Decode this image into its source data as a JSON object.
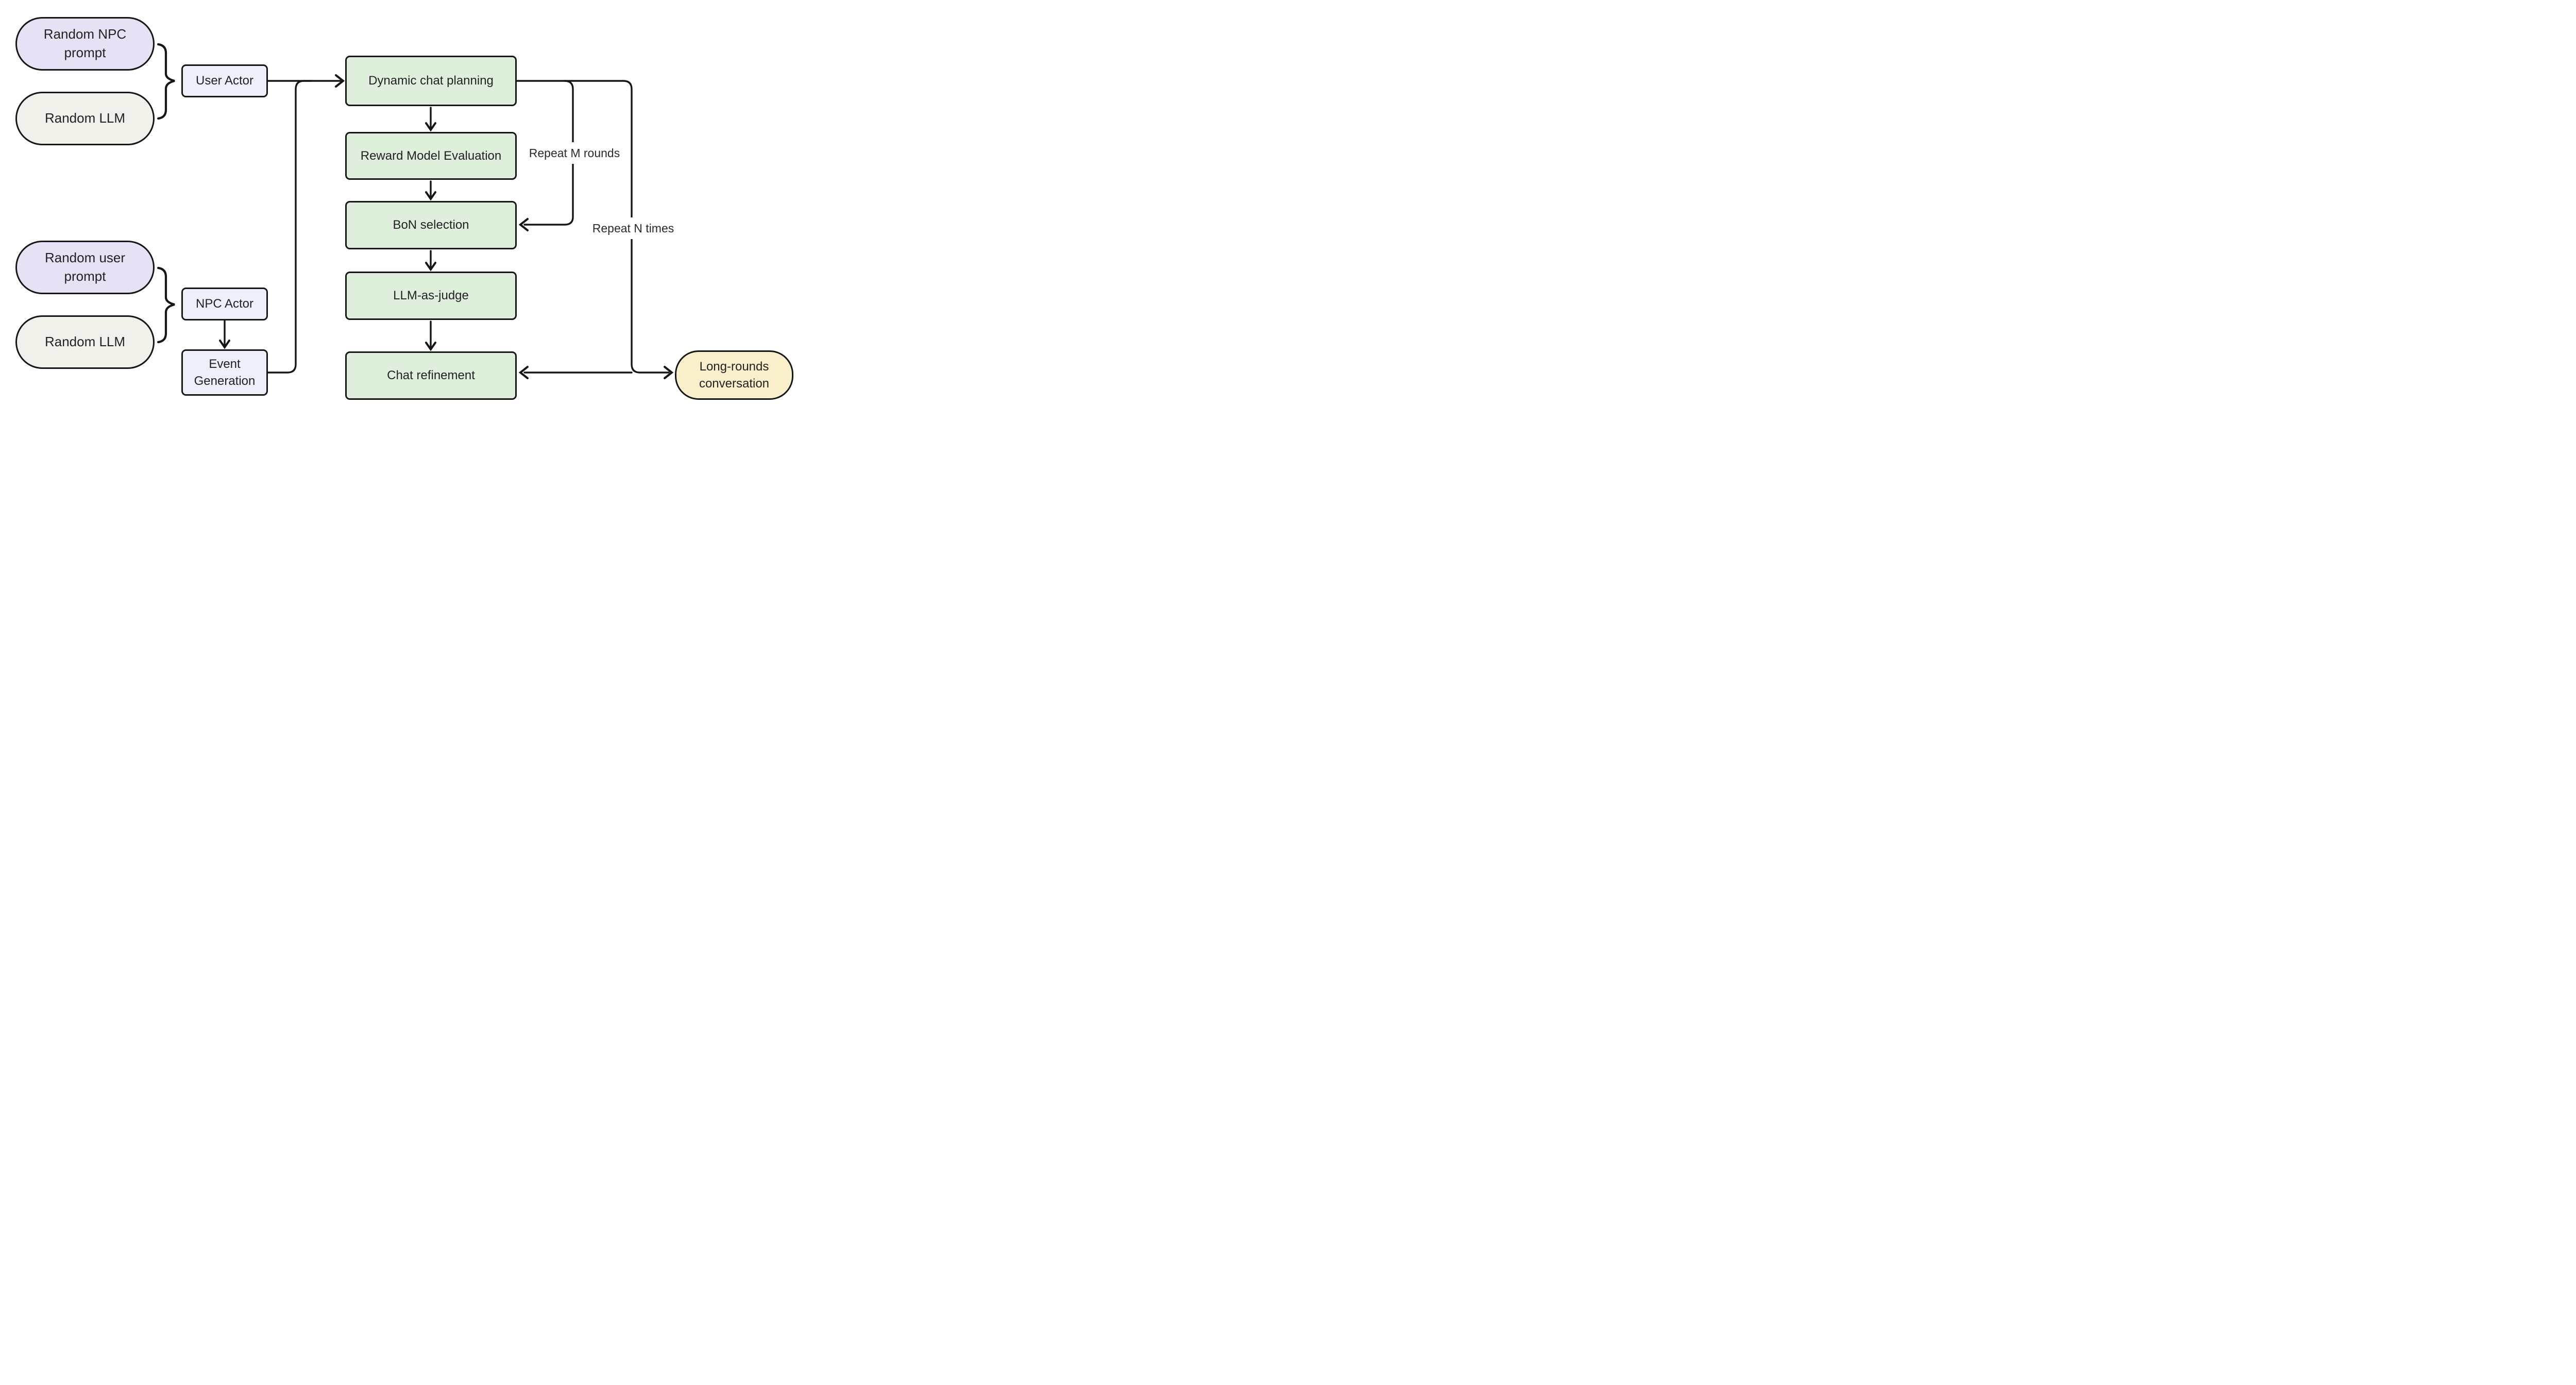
{
  "diagram_type": "flowchart",
  "colors": {
    "background": "#ffffff",
    "stroke": "#161616",
    "text": "#222222",
    "purple_fill": "#e8e1f5",
    "gray_fill": "#f1f0eb",
    "blue_fill": "#edeffa",
    "green_fill": "#def0dc",
    "yellow_fill": "#f9efcb"
  },
  "nodes": {
    "random_npc_prompt": {
      "label": "Random NPC prompt",
      "lines": [
        "Random NPC",
        "prompt"
      ],
      "shape": "pill",
      "fill": "#e8e1f5"
    },
    "random_llm_top": {
      "label": "Random LLM",
      "lines": [
        "Random LLM"
      ],
      "shape": "pill",
      "fill": "#f1f0eb"
    },
    "user_actor": {
      "label": "User Actor",
      "lines": [
        "User Actor"
      ],
      "shape": "rect",
      "fill": "#edeffa"
    },
    "random_user_prompt": {
      "label": "Random user prompt",
      "lines": [
        "Random user",
        "prompt"
      ],
      "shape": "pill",
      "fill": "#e8e1f5"
    },
    "random_llm_bottom": {
      "label": "Random LLM",
      "lines": [
        "Random LLM"
      ],
      "shape": "pill",
      "fill": "#f1f0eb"
    },
    "npc_actor": {
      "label": "NPC Actor",
      "lines": [
        "NPC Actor"
      ],
      "shape": "rect",
      "fill": "#edeffa"
    },
    "event_generation": {
      "label": "Event Generation",
      "lines": [
        "Event",
        "Generation"
      ],
      "shape": "rect",
      "fill": "#edeffa"
    },
    "dynamic_chat_planning": {
      "label": "Dynamic chat planning",
      "lines": [
        "Dynamic chat planning"
      ],
      "shape": "rect",
      "fill": "#def0dc"
    },
    "reward_model_evaluation": {
      "label": "Reward Model Evaluation",
      "lines": [
        "Reward Model Evaluation"
      ],
      "shape": "rect",
      "fill": "#def0dc"
    },
    "bon_selection": {
      "label": "BoN selection",
      "lines": [
        "BoN selection"
      ],
      "shape": "rect",
      "fill": "#def0dc"
    },
    "llm_as_judge": {
      "label": "LLM-as-judge",
      "lines": [
        "LLM-as-judge"
      ],
      "shape": "rect",
      "fill": "#def0dc"
    },
    "chat_refinement": {
      "label": "Chat refinement",
      "lines": [
        "Chat refinement"
      ],
      "shape": "rect",
      "fill": "#def0dc"
    },
    "long_rounds_conversation": {
      "label": "Long-rounds conversation",
      "lines": [
        "Long-rounds",
        "conversation"
      ],
      "shape": "pill",
      "fill": "#f9efcb"
    }
  },
  "loop_labels": {
    "repeat_m": "Repeat M rounds",
    "repeat_n": "Repeat N times"
  },
  "edges": [
    {
      "from": "random_npc_prompt + random_llm_top",
      "to": "user_actor",
      "connector": "brace"
    },
    {
      "from": "user_actor",
      "to": "dynamic_chat_planning",
      "connector": "arrow"
    },
    {
      "from": "random_user_prompt + random_llm_bottom",
      "to": "npc_actor",
      "connector": "brace"
    },
    {
      "from": "npc_actor",
      "to": "event_generation",
      "connector": "arrow"
    },
    {
      "from": "event_generation",
      "to": "dynamic_chat_planning",
      "connector": "merge-into-user-actor-arrow"
    },
    {
      "from": "dynamic_chat_planning",
      "to": "reward_model_evaluation",
      "connector": "arrow"
    },
    {
      "from": "reward_model_evaluation",
      "to": "bon_selection",
      "connector": "arrow"
    },
    {
      "from": "bon_selection",
      "to": "llm_as_judge",
      "connector": "arrow"
    },
    {
      "from": "llm_as_judge",
      "to": "chat_refinement",
      "connector": "arrow"
    },
    {
      "from": "dynamic_chat_planning",
      "to": "bon_selection",
      "connector": "loop-arrow",
      "label": "Repeat M rounds"
    },
    {
      "from": "dynamic_chat_planning",
      "to": "chat_refinement",
      "connector": "loop-arrow",
      "label": "Repeat N times"
    },
    {
      "from": "dynamic_chat_planning",
      "to": "long_rounds_conversation",
      "connector": "loop-arrow"
    }
  ]
}
